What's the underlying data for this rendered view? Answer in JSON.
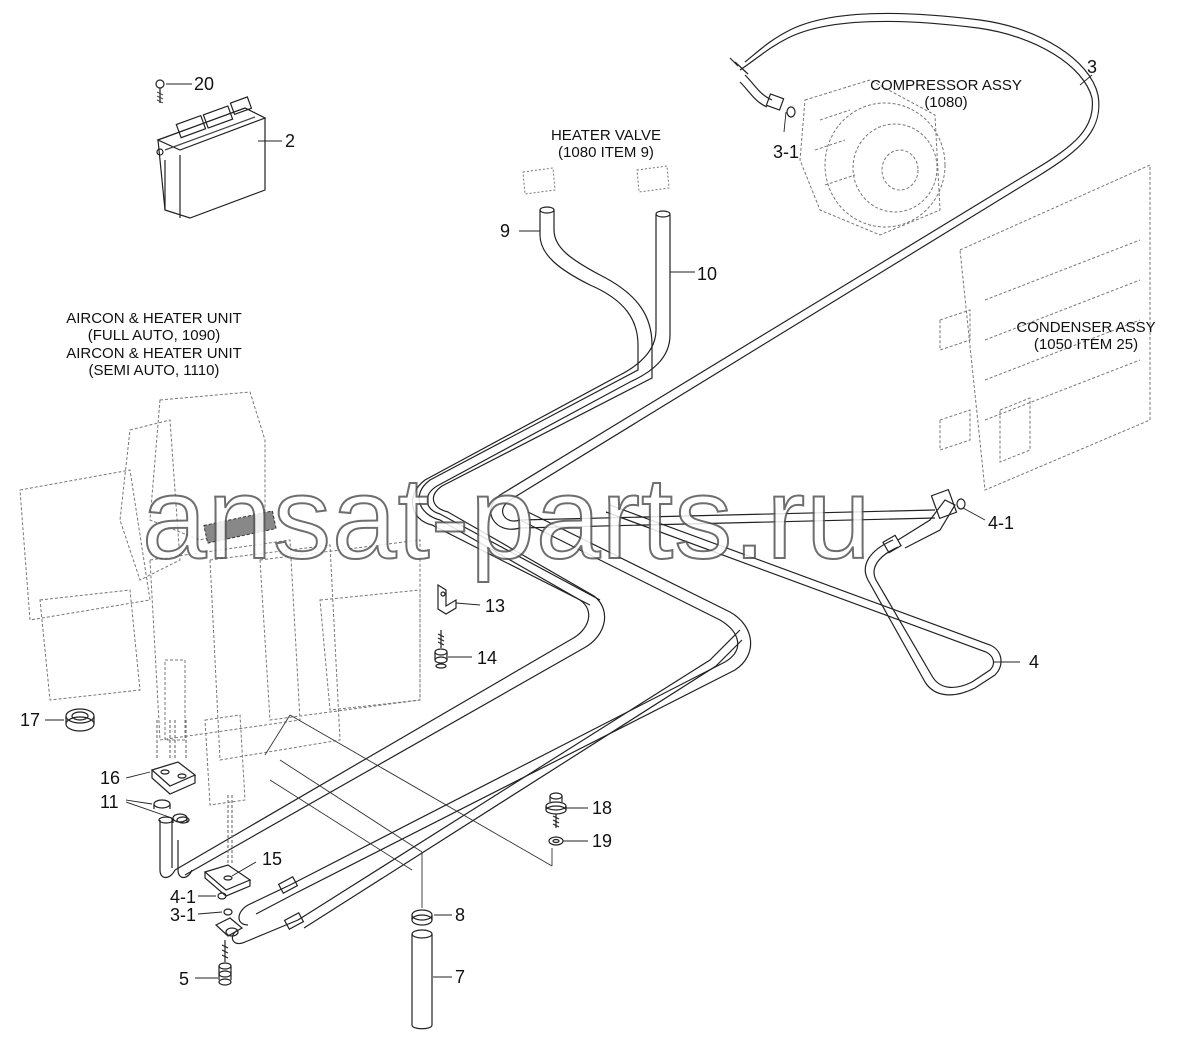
{
  "watermark": "ansat-parts.ru",
  "corner_mark": "",
  "callouts": [
    {
      "id": "c20",
      "text": "20"
    },
    {
      "id": "c2",
      "text": "2"
    },
    {
      "id": "c3",
      "text": "3"
    },
    {
      "id": "c3-1a",
      "text": "3-1"
    },
    {
      "id": "c9",
      "text": "9"
    },
    {
      "id": "c10",
      "text": "10"
    },
    {
      "id": "c4-1a",
      "text": "4-1"
    },
    {
      "id": "c4",
      "text": "4"
    },
    {
      "id": "c13",
      "text": "13"
    },
    {
      "id": "c14",
      "text": "14"
    },
    {
      "id": "c17",
      "text": "17"
    },
    {
      "id": "c16",
      "text": "16"
    },
    {
      "id": "c11",
      "text": "11"
    },
    {
      "id": "c18",
      "text": "18"
    },
    {
      "id": "c19",
      "text": "19"
    },
    {
      "id": "c15",
      "text": "15"
    },
    {
      "id": "c4-1b",
      "text": "4-1"
    },
    {
      "id": "c3-1b",
      "text": "3-1"
    },
    {
      "id": "c8",
      "text": "8"
    },
    {
      "id": "c5",
      "text": "5"
    },
    {
      "id": "c7",
      "text": "7"
    }
  ],
  "captions": {
    "compressor": [
      "COMPRESSOR ASSY",
      "(1080)"
    ],
    "heater_valve": [
      "HEATER VALVE",
      "(1080 ITEM 9)"
    ],
    "condenser": [
      "CONDENSER ASSY",
      "(1050 ITEM 25)"
    ],
    "aircon_full": [
      "AIRCON & HEATER UNIT",
      "(FULL AUTO, 1090)"
    ],
    "aircon_semi": [
      "AIRCON & HEATER UNIT",
      "(SEMI AUTO, 1110)"
    ]
  }
}
